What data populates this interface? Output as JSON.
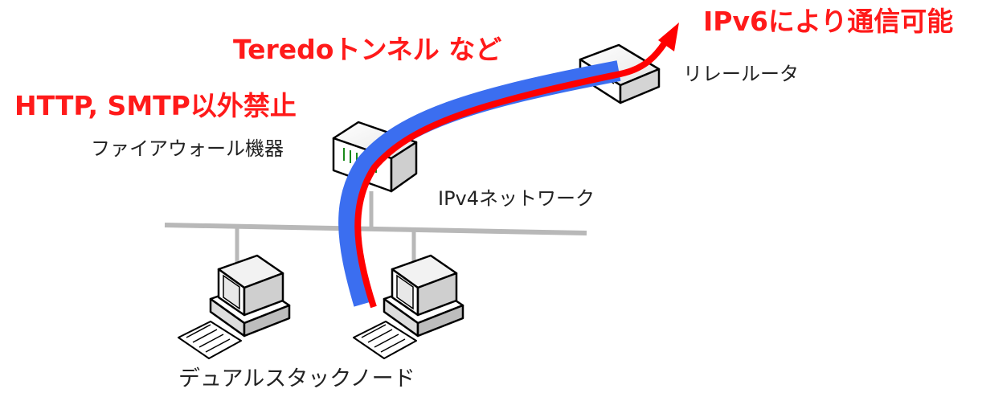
{
  "labels": {
    "ipv6_reachable": "IPv6により通信可能",
    "teredo_tunnel": "Teredoトンネル など",
    "http_smtp_only": "HTTP, SMTP以外禁止",
    "firewall": "ファイアウォール機器",
    "relay_router": "リレールータ",
    "ipv4_network": "IPv4ネットワーク",
    "dual_stack_node": "デュアルスタックノード"
  },
  "colors": {
    "tunnel": "#3b6ef0",
    "ipv6_path": "#ff0000",
    "annotation": "#ff1a1a",
    "network_line": "#b8b8b8",
    "text": "#222222"
  },
  "icons": [
    "firewall-device-icon",
    "relay-router-icon",
    "pc-icon",
    "pc-icon"
  ]
}
